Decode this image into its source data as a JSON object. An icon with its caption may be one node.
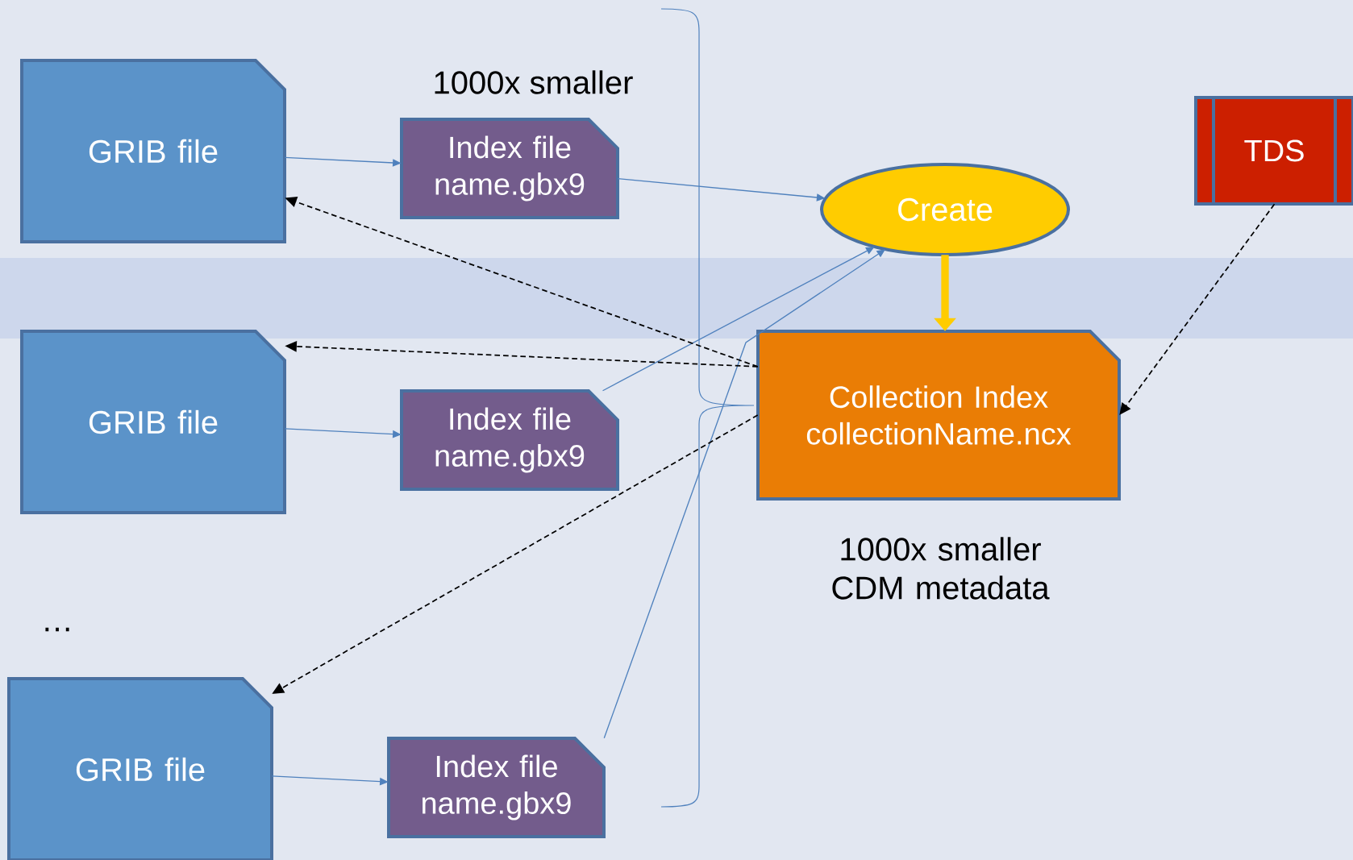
{
  "diagram": {
    "nodes": [
      {
        "text": [
          "GRIB file"
        ]
      },
      {
        "text": [
          "Index file name.gbx9"
        ]
      },
      {
        "text": [
          "TDS"
        ]
      },
      {
        "text": [
          "Create"
        ]
      },
      {
        "text": [
          "GRIB file"
        ]
      },
      {
        "text": [
          "Index file name.gbx9"
        ]
      },
      {
        "text": [
          "Collection Index collectionName.ncx"
        ],
        "beside": [
          "1000x smaller CDM metadata"
        ]
      },
      {
        "text": [
          "GRIB file"
        ]
      },
      {
        "text": [
          "Index file name.gbx9"
        ]
      }
    ],
    "edges": [
      {
        "from": 0,
        "to": 1,
        "arrow": "to"
      },
      {
        "from": 4,
        "to": 5,
        "arrow": "to"
      },
      {
        "from": 7,
        "to": 8,
        "arrow": "to"
      },
      {
        "from": 1,
        "to": 3,
        "arrow": "to"
      },
      {
        "from": 5,
        "to": 3,
        "arrow": "to"
      },
      {
        "from": 8,
        "to": 3,
        "arrow": "to"
      },
      {
        "from": 3,
        "to": 6,
        "arrow": "to",
        "style": "thick",
        "color": "#ffcc00"
      },
      {
        "from": 6,
        "to": 0,
        "arrow": "to",
        "style": "dashed",
        "color": "#000000"
      },
      {
        "from": 6,
        "to": 4,
        "arrow": "to",
        "style": "dashed",
        "color": "#000000"
      },
      {
        "from": 6,
        "to": 7,
        "arrow": "to",
        "style": "dashed",
        "color": "#000000"
      },
      {
        "from": 2,
        "to": 6,
        "arrow": "to",
        "style": "dashed",
        "color": "#000000"
      }
    ],
    "labels": [
      "1000x smaller",
      "…"
    ]
  }
}
